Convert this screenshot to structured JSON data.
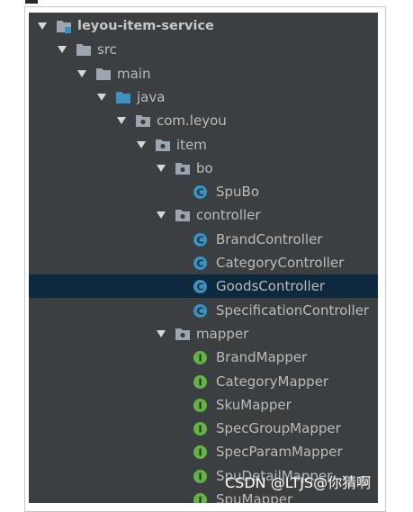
{
  "tree": {
    "items": [
      {
        "label": "leyou-item-service",
        "depth": 0,
        "kind": "module",
        "expanded": true,
        "bold": true
      },
      {
        "label": "src",
        "depth": 1,
        "kind": "folder",
        "expanded": true
      },
      {
        "label": "main",
        "depth": 2,
        "kind": "folder",
        "expanded": true
      },
      {
        "label": "java",
        "depth": 3,
        "kind": "source-folder",
        "expanded": true
      },
      {
        "label": "com.leyou",
        "depth": 4,
        "kind": "package",
        "expanded": true
      },
      {
        "label": "item",
        "depth": 5,
        "kind": "package",
        "expanded": true
      },
      {
        "label": "bo",
        "depth": 6,
        "kind": "package",
        "expanded": true
      },
      {
        "label": "SpuBo",
        "depth": 7,
        "kind": "class"
      },
      {
        "label": "controller",
        "depth": 6,
        "kind": "package",
        "expanded": true
      },
      {
        "label": "BrandController",
        "depth": 7,
        "kind": "class"
      },
      {
        "label": "CategoryController",
        "depth": 7,
        "kind": "class"
      },
      {
        "label": "GoodsController",
        "depth": 7,
        "kind": "class",
        "selected": true
      },
      {
        "label": "SpecificationController",
        "depth": 7,
        "kind": "class"
      },
      {
        "label": "mapper",
        "depth": 6,
        "kind": "package",
        "expanded": true
      },
      {
        "label": "BrandMapper",
        "depth": 7,
        "kind": "interface"
      },
      {
        "label": "CategoryMapper",
        "depth": 7,
        "kind": "interface"
      },
      {
        "label": "SkuMapper",
        "depth": 7,
        "kind": "interface"
      },
      {
        "label": "SpecGroupMapper",
        "depth": 7,
        "kind": "interface"
      },
      {
        "label": "SpecParamMapper",
        "depth": 7,
        "kind": "interface"
      },
      {
        "label": "SpuDetailMapper",
        "depth": 7,
        "kind": "interface"
      },
      {
        "label": "SpuMapper",
        "depth": 7,
        "kind": "interface"
      }
    ]
  },
  "colors": {
    "panel_bg": "#3c3f41",
    "selection_bg": "#0d293e",
    "text": "#bbbbbb",
    "folder": "#9aa7b0",
    "source_folder": "#3d8fc4",
    "class_icon": "#3592c4",
    "interface_icon": "#62b543"
  },
  "watermark": "CSDN @LTJS@你猜啊"
}
